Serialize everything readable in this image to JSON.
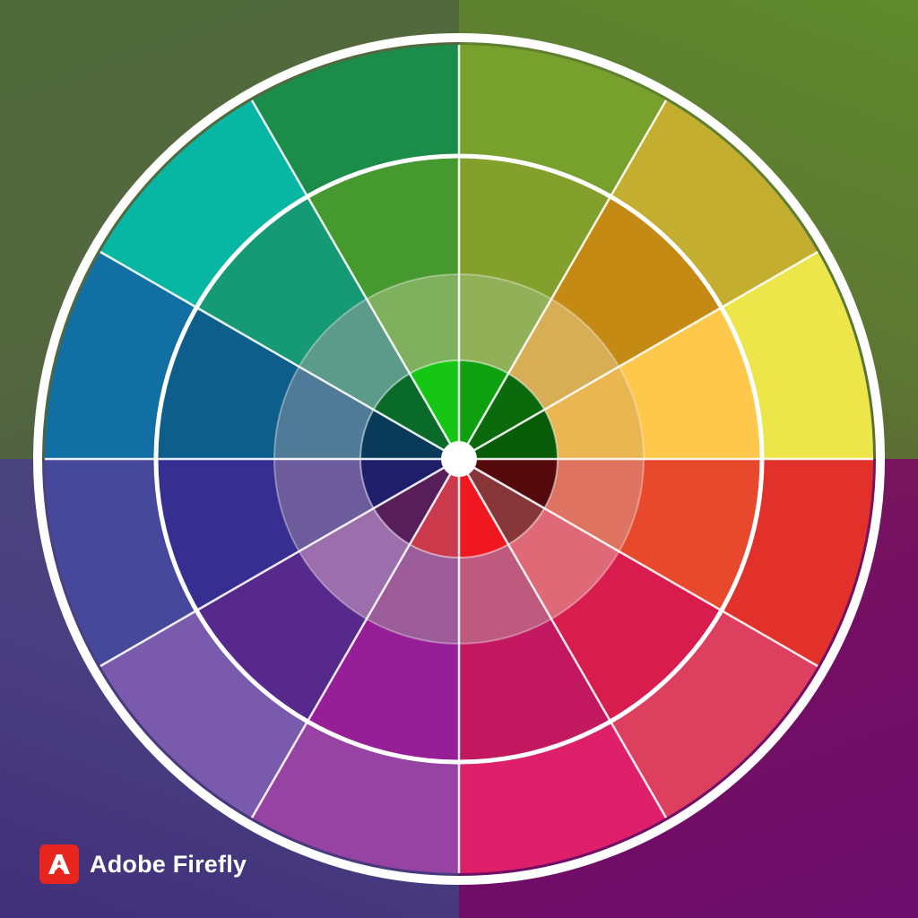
{
  "background": {
    "top_left": "#54683f",
    "top_right": "#5d7733",
    "bottom_left": "#45387d",
    "bottom_right": "#740e63"
  },
  "wheel": {
    "divider_color": "#ffffff",
    "segment_count": 12,
    "rings": [
      {
        "name": "outer",
        "colors": [
          "#78a02c",
          "#c4ae30",
          "#ede64a",
          "#e2302a",
          "#dd3f5f",
          "#de1f6a",
          "#9643a3",
          "#7a5aad",
          "#46489c",
          "#126fa4",
          "#07b7a3",
          "#1b8c4a"
        ]
      },
      {
        "name": "middle",
        "colors": [
          "#84a02c",
          "#c58a14",
          "#fdc84c",
          "#e8482c",
          "#d81d4e",
          "#c21860",
          "#961e96",
          "#57298c",
          "#372e92",
          "#0e5e8c",
          "#169a76",
          "#45992f"
        ]
      },
      {
        "name": "inner",
        "colors": [
          "#92b058",
          "#d7ae56",
          "#e9b651",
          "#de7362",
          "#df6977",
          "#be5a7d",
          "#9c5c99",
          "#9c6fac",
          "#6d5c9c",
          "#507b98",
          "#5c9a8a",
          "#7eb05e"
        ]
      },
      {
        "name": "core",
        "colors": [
          "#0fa010",
          "#0b6a0c",
          "#085c08",
          "#550a0e",
          "#87363a",
          "#ef1820",
          "#cb3a4c",
          "#581e5a",
          "#1e1e6a",
          "#0a3a5a",
          "#0a6a2a",
          "#15c615"
        ]
      }
    ],
    "center_color": "#ffffff"
  },
  "watermark": {
    "logo_icon": "adobe-firefly-logo-icon",
    "logo_color": "#e8261f",
    "text": "Adobe Firefly"
  }
}
